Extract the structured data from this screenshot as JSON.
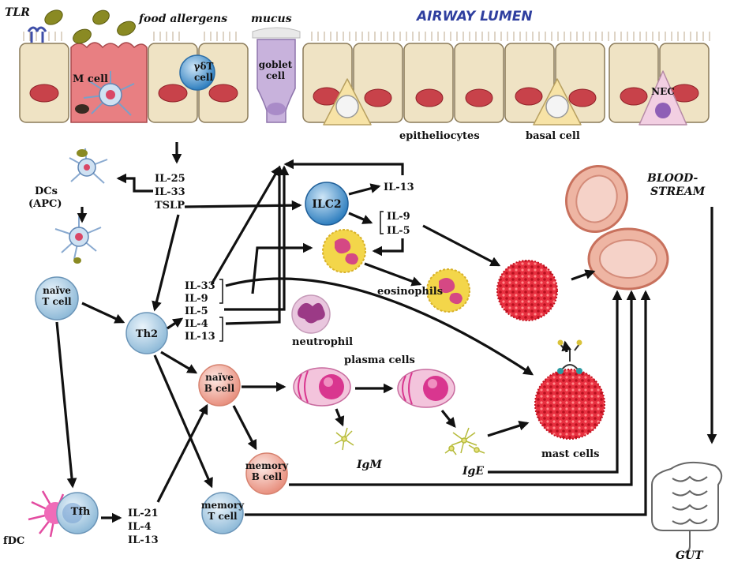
{
  "lumen": {
    "tlr": "TLR",
    "food_allergens": "food allergens",
    "mucus": "mucus",
    "airway_lumen": "AIRWAY LUMEN",
    "m_cell": "M cell",
    "gdt_cell_1": "γδT",
    "gdt_cell_2": "cell",
    "goblet_1": "goblet",
    "goblet_2": "cell",
    "nec": "NEC",
    "epitheliocytes": "epitheliocytes",
    "basal_cell": "basal cell"
  },
  "cells": {
    "dcs_1": "DCs",
    "dcs_2": "(APC)",
    "naive_t_1": "naïve",
    "naive_t_2": "T cell",
    "th2": "Th2",
    "ilc2": "ILC2",
    "naive_b_1": "naïve",
    "naive_b_2": "B cell",
    "memory_b_1": "memory",
    "memory_b_2": "B cell",
    "memory_t_1": "memory",
    "memory_t_2": "T cell",
    "tfh": "Tfh",
    "fdc": "fDC",
    "neutrophil": "neutrophil",
    "eosinophils": "eosinophils",
    "plasma_cells": "plasma cells",
    "mast_cells": "mast cells",
    "igm": "IgM",
    "ige": "IgE",
    "bloodstream_1": "BLOOD-",
    "bloodstream_2": "STREAM",
    "gut": "GUT"
  },
  "cytokines": {
    "epithelial": [
      "IL-25",
      "IL-33",
      "TSLP"
    ],
    "ilc2_il13": "IL-13",
    "ilc2_out": [
      "IL-9",
      "IL-5"
    ],
    "th2_out": [
      "IL-33",
      "IL-9",
      "IL-5",
      "IL-4",
      "IL-13"
    ],
    "tfh_out": [
      "IL-21",
      "IL-4",
      "IL-13"
    ]
  },
  "colors": {
    "epithelial_cell": "#efe3c4",
    "nucleus_red": "#c8424a",
    "lymphocyte_blue": "#b9d6ea",
    "ilc2_blue": "#4f9fd6",
    "b_cell_pink": "#f2b3a8",
    "plasma_magenta": "#d9368f",
    "mast_red": "#e32636",
    "eosinophil_yellow": "#f3d64a",
    "vessel": "#e9a08e",
    "lumen_text": "#2f3f9f"
  }
}
